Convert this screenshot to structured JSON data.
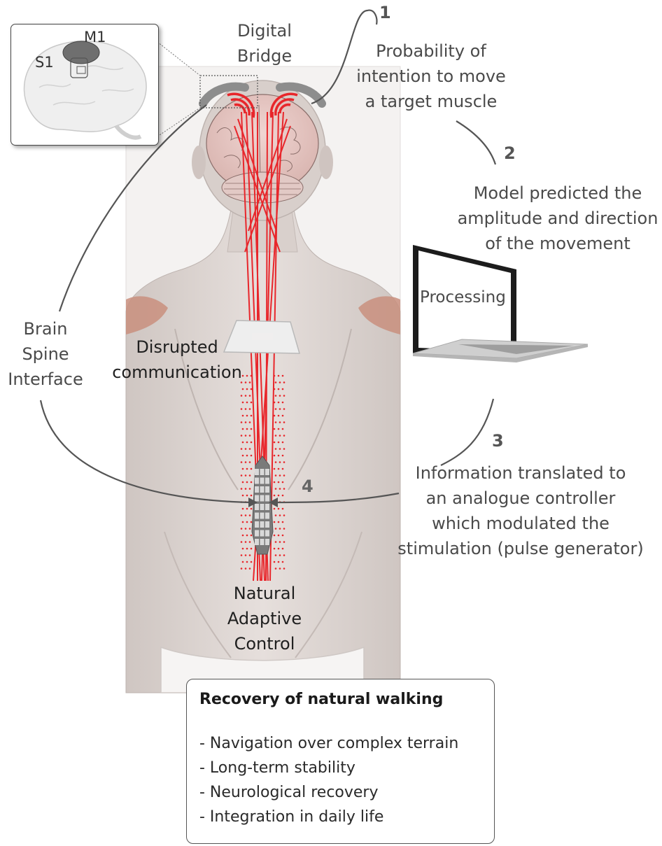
{
  "labels": {
    "digital_bridge": [
      "Digital",
      "Bridge"
    ],
    "step1_text": [
      "Probability of",
      "intention to move",
      "a target muscle"
    ],
    "step2_text": [
      "Model predicted the",
      "amplitude and direction",
      "of the movement"
    ],
    "processing": "Processing",
    "brain_spine_interface": [
      "Brain",
      "Spine",
      "Interface"
    ],
    "disrupted_communication": [
      "Disrupted",
      "communication"
    ],
    "step3_text": [
      "Information translated to",
      "an analogue controller",
      "which modulated the",
      "stimulation (pulse generator)"
    ],
    "natural_adaptive_control": [
      "Natural",
      "Adaptive",
      "Control"
    ],
    "inset_m1": "M1",
    "inset_s1": "S1"
  },
  "step_numbers": [
    "1",
    "2",
    "3",
    "4"
  ],
  "recovery": {
    "title": "Recovery of natural walking",
    "items": [
      "- Navigation over complex terrain",
      "- Long-term stability",
      "- Neurological recovery",
      "- Integration in daily life"
    ]
  },
  "colors": {
    "neural_red": "#e8262b",
    "text_gray": "#4a4a4a",
    "skin": "#d8cfcb",
    "muscle": "#c98f7e"
  }
}
